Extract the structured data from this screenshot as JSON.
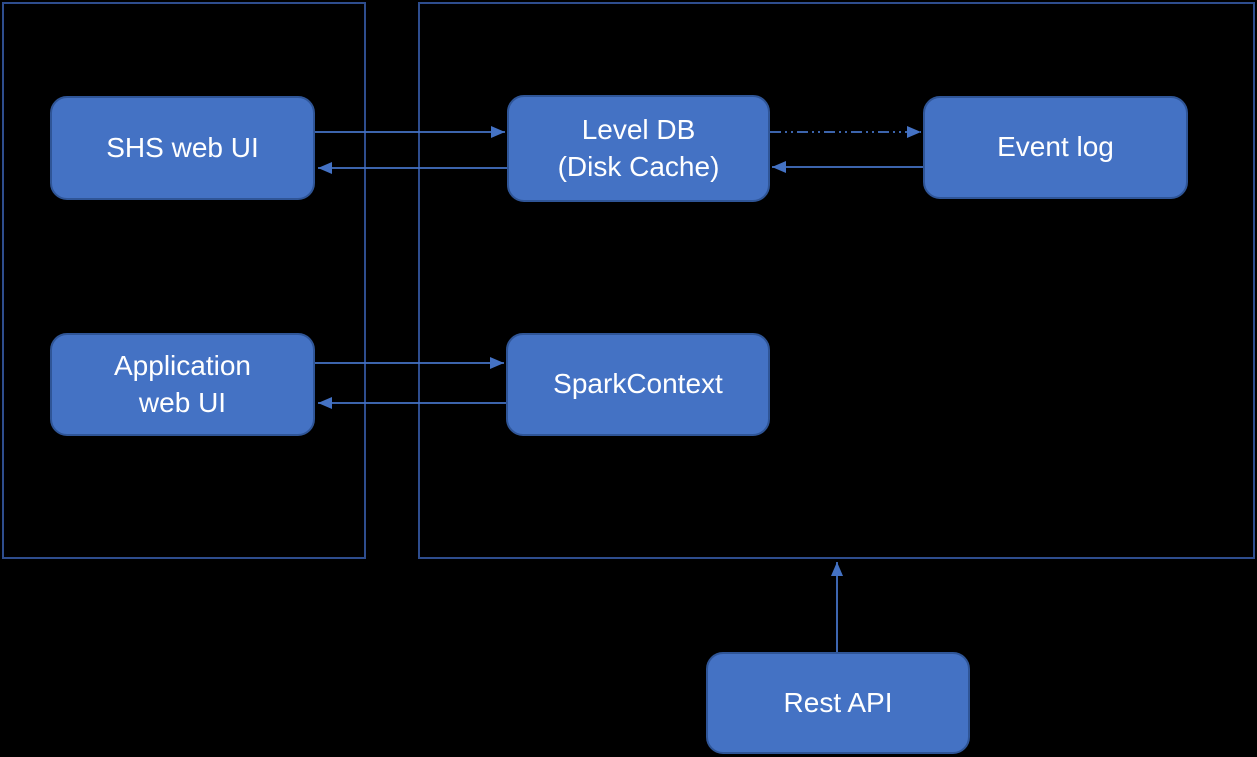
{
  "diagram": {
    "background_color": "#000000",
    "node_fill_color": "#4472C4",
    "node_border_color": "#2F5597",
    "node_text_color": "#FFFFFF",
    "arrow_color": "#4472C4",
    "group_border_color": "#2E4D8E",
    "nodes": {
      "shs_web_ui": {
        "label": "SHS web UI"
      },
      "level_db": {
        "label_line1": "Level DB",
        "label_line2": "(Disk Cache)"
      },
      "event_log": {
        "label": "Event log"
      },
      "application_web_ui": {
        "label_line1": "Application",
        "label_line2": "web UI"
      },
      "spark_context": {
        "label": "SparkContext"
      },
      "rest_api": {
        "label": "Rest API"
      }
    },
    "groups": [
      {
        "name": "left-group",
        "label": ""
      },
      {
        "name": "right-group",
        "label": ""
      }
    ],
    "edges": [
      {
        "from": "SHS web UI",
        "to": "Level DB (Disk Cache)",
        "style": "solid"
      },
      {
        "from": "Level DB (Disk Cache)",
        "to": "SHS web UI",
        "style": "solid"
      },
      {
        "from": "Level DB (Disk Cache)",
        "to": "Event log",
        "style": "dash-dot"
      },
      {
        "from": "Event log",
        "to": "Level DB (Disk Cache)",
        "style": "solid"
      },
      {
        "from": "Application web UI",
        "to": "SparkContext",
        "style": "solid"
      },
      {
        "from": "SparkContext",
        "to": "Application web UI",
        "style": "solid"
      },
      {
        "from": "Rest API",
        "to": "right-group",
        "style": "solid"
      }
    ]
  }
}
